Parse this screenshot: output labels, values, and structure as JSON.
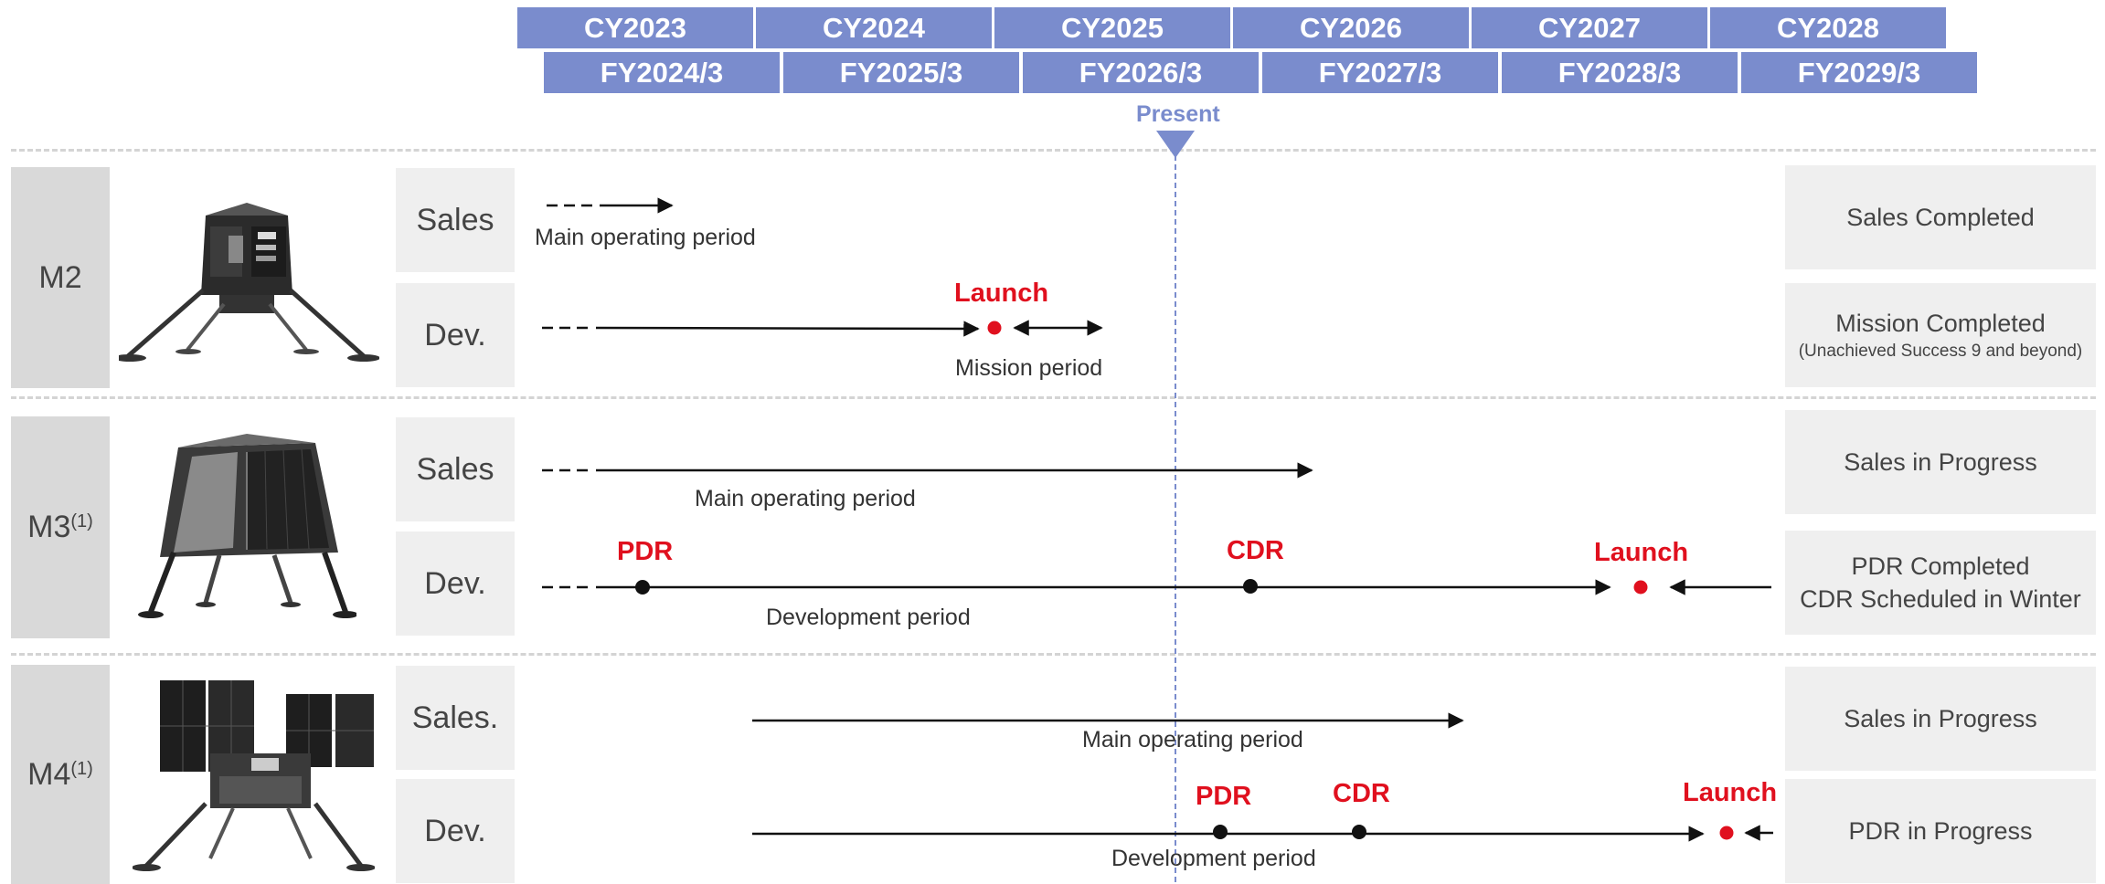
{
  "calendar_years": [
    "CY2023",
    "CY2024",
    "CY2025",
    "CY2026",
    "CY2027",
    "CY2028"
  ],
  "fiscal_years": [
    "FY2024/3",
    "FY2025/3",
    "FY2026/3",
    "FY2027/3",
    "FY2028/3",
    "FY2029/3"
  ],
  "present_label": "Present",
  "missions": [
    {
      "name": "M2",
      "footnote": "",
      "sales": {
        "label": "Sales",
        "period_label": "Main operating period",
        "status": "Sales Completed"
      },
      "dev": {
        "label": "Dev.",
        "period_label": "Mission period",
        "milestones": [
          "Launch"
        ],
        "status": "Mission Completed",
        "status_note": "(Unachieved Success 9 and beyond)"
      }
    },
    {
      "name": "M3",
      "footnote": "(1)",
      "sales": {
        "label": "Sales",
        "period_label": "Main operating period",
        "status": "Sales in Progress"
      },
      "dev": {
        "label": "Dev.",
        "period_label": "Development period",
        "milestones": [
          "PDR",
          "CDR",
          "Launch"
        ],
        "status": "PDR Completed",
        "status_note": "CDR Scheduled in Winter"
      }
    },
    {
      "name": "M4",
      "footnote": "(1)",
      "sales": {
        "label": "Sales.",
        "period_label": "Main operating period",
        "status": "Sales in Progress"
      },
      "dev": {
        "label": "Dev.",
        "period_label": "Development period",
        "milestones": [
          "PDR",
          "CDR",
          "Launch"
        ],
        "status": "PDR in Progress"
      }
    }
  ],
  "colors": {
    "header": "#7a8ccd",
    "milestone_red": "#e0101e",
    "label_bg": "#efefef",
    "mission_bg": "#d9d9d9"
  }
}
